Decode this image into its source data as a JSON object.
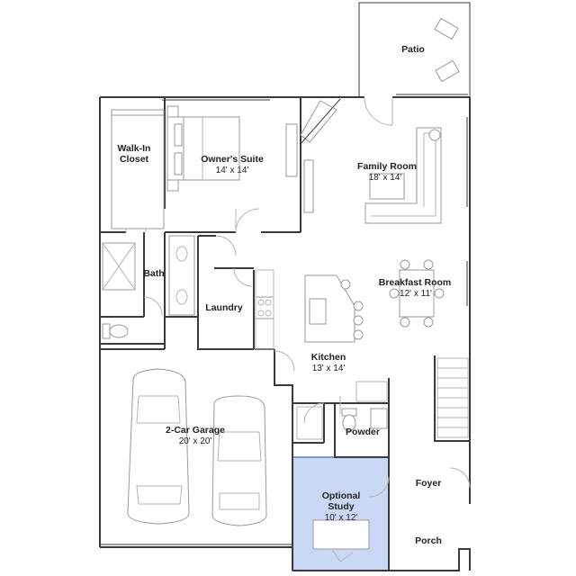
{
  "colors": {
    "wall": "#3a3a3a",
    "fixture": "#9a9a9a",
    "study_highlight_fill": "#c9d8f5",
    "study_highlight_stroke": "#5c78c7"
  },
  "rooms": {
    "patio": {
      "name": "Patio"
    },
    "walk_in_closet": {
      "name_line1": "Walk-In",
      "name_line2": "Closet"
    },
    "owners_suite": {
      "name": "Owner's Suite",
      "size": "14' x 14'"
    },
    "family_room": {
      "name": "Family Room",
      "size": "18' x 14'"
    },
    "bath": {
      "name": "Bath"
    },
    "laundry": {
      "name": "Laundry"
    },
    "breakfast_room": {
      "name": "Breakfast Room",
      "size": "12' x 11'"
    },
    "kitchen": {
      "name": "Kitchen",
      "size": "13' x 14'"
    },
    "garage": {
      "name": "2-Car Garage",
      "size": "20' x 20'"
    },
    "powder": {
      "name": "Powder"
    },
    "foyer": {
      "name": "Foyer"
    },
    "study": {
      "name_line1": "Optional",
      "name_line2": "Study",
      "size": "10' x 12'"
    },
    "porch": {
      "name": "Porch"
    }
  }
}
